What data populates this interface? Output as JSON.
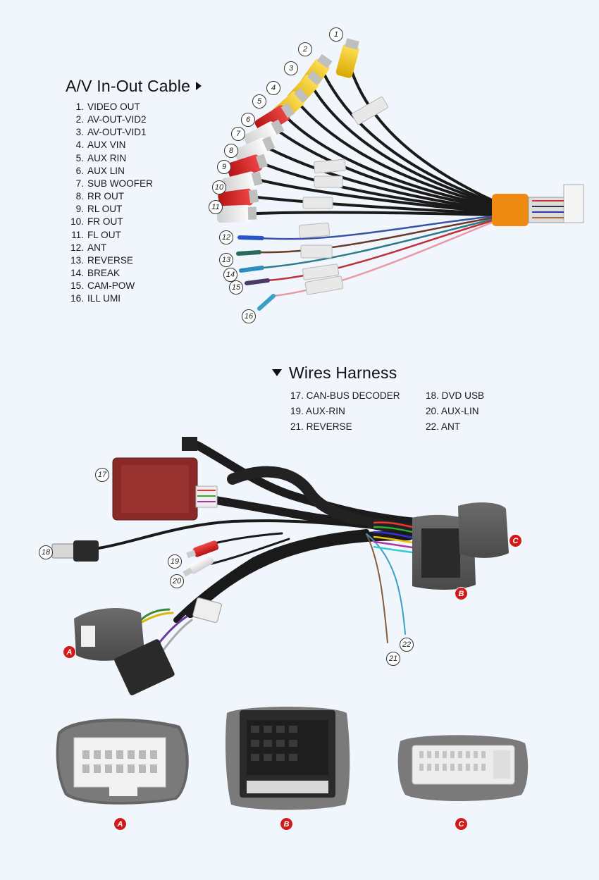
{
  "av_section": {
    "title": "A/V In-Out Cable",
    "items": [
      {
        "n": "1.",
        "label": "VIDEO OUT"
      },
      {
        "n": "2.",
        "label": "AV-OUT-VID2"
      },
      {
        "n": "3.",
        "label": "AV-OUT-VID1"
      },
      {
        "n": "4.",
        "label": "AUX VIN"
      },
      {
        "n": "5.",
        "label": "AUX RIN"
      },
      {
        "n": "6.",
        "label": "AUX LIN"
      },
      {
        "n": "7.",
        "label": "SUB WOOFER"
      },
      {
        "n": "8.",
        "label": "RR OUT"
      },
      {
        "n": "9.",
        "label": "RL OUT"
      },
      {
        "n": "10.",
        "label": "FR OUT"
      },
      {
        "n": "11.",
        "label": "FL OUT"
      },
      {
        "n": "12.",
        "label": "ANT"
      },
      {
        "n": "13.",
        "label": "REVERSE"
      },
      {
        "n": "14.",
        "label": "BREAK"
      },
      {
        "n": "15.",
        "label": "CAM-POW"
      },
      {
        "n": "16.",
        "label": "ILL UMI"
      }
    ]
  },
  "harness_section": {
    "title": "Wires Harness",
    "items": [
      {
        "label": "17. CAN-BUS DECODER"
      },
      {
        "label": "18. DVD USB"
      },
      {
        "label": "19. AUX-RIN"
      },
      {
        "label": "20. AUX-LIN"
      },
      {
        "label": "21. REVERSE"
      },
      {
        "label": "22. ANT"
      }
    ]
  },
  "callouts": [
    "1",
    "2",
    "3",
    "4",
    "5",
    "6",
    "7",
    "8",
    "9",
    "10",
    "11",
    "12",
    "13",
    "14",
    "15",
    "16",
    "17",
    "18",
    "19",
    "20",
    "21",
    "22"
  ],
  "connector_tags": [
    "A",
    "B",
    "C"
  ],
  "colors": {
    "rca_yellow": "#f2c200",
    "rca_red": "#d62020",
    "rca_white": "#eeeeee",
    "tag_red": "#d11a1a",
    "background": "#f1f6fc"
  }
}
